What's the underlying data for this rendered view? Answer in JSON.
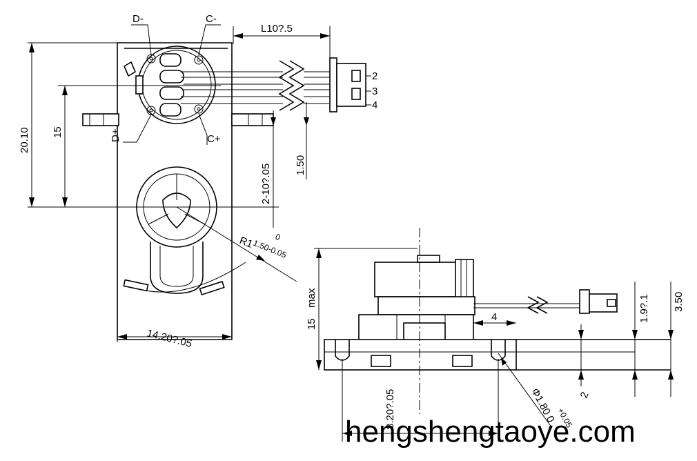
{
  "labels": {
    "d_minus": "D-",
    "c_minus": "C-",
    "d_plus": "D+",
    "c_plus": "C+",
    "pin2": "2",
    "pin3": "3",
    "pin4": "4"
  },
  "dimensions": {
    "l10": "L10?.5",
    "h20_10": "20.10",
    "h15": "15",
    "d1_50": "1.50",
    "d2_10": "2-10?.05",
    "r1_50": "R1",
    "r1_50_val": "1.50-0.05",
    "r1_50_sup": "0",
    "w14_20": "14.20?.05",
    "side_15": "15",
    "side_max": "max",
    "side_4": "4",
    "side_1_9": "1.9?.1",
    "side_3_50": "3.50",
    "side_2": "2",
    "side_8_20": "8.20?.05",
    "side_phi": "Φ1.80 0",
    "side_phi_sup": "+0.05"
  },
  "watermark": "hengshengtaoye.com"
}
